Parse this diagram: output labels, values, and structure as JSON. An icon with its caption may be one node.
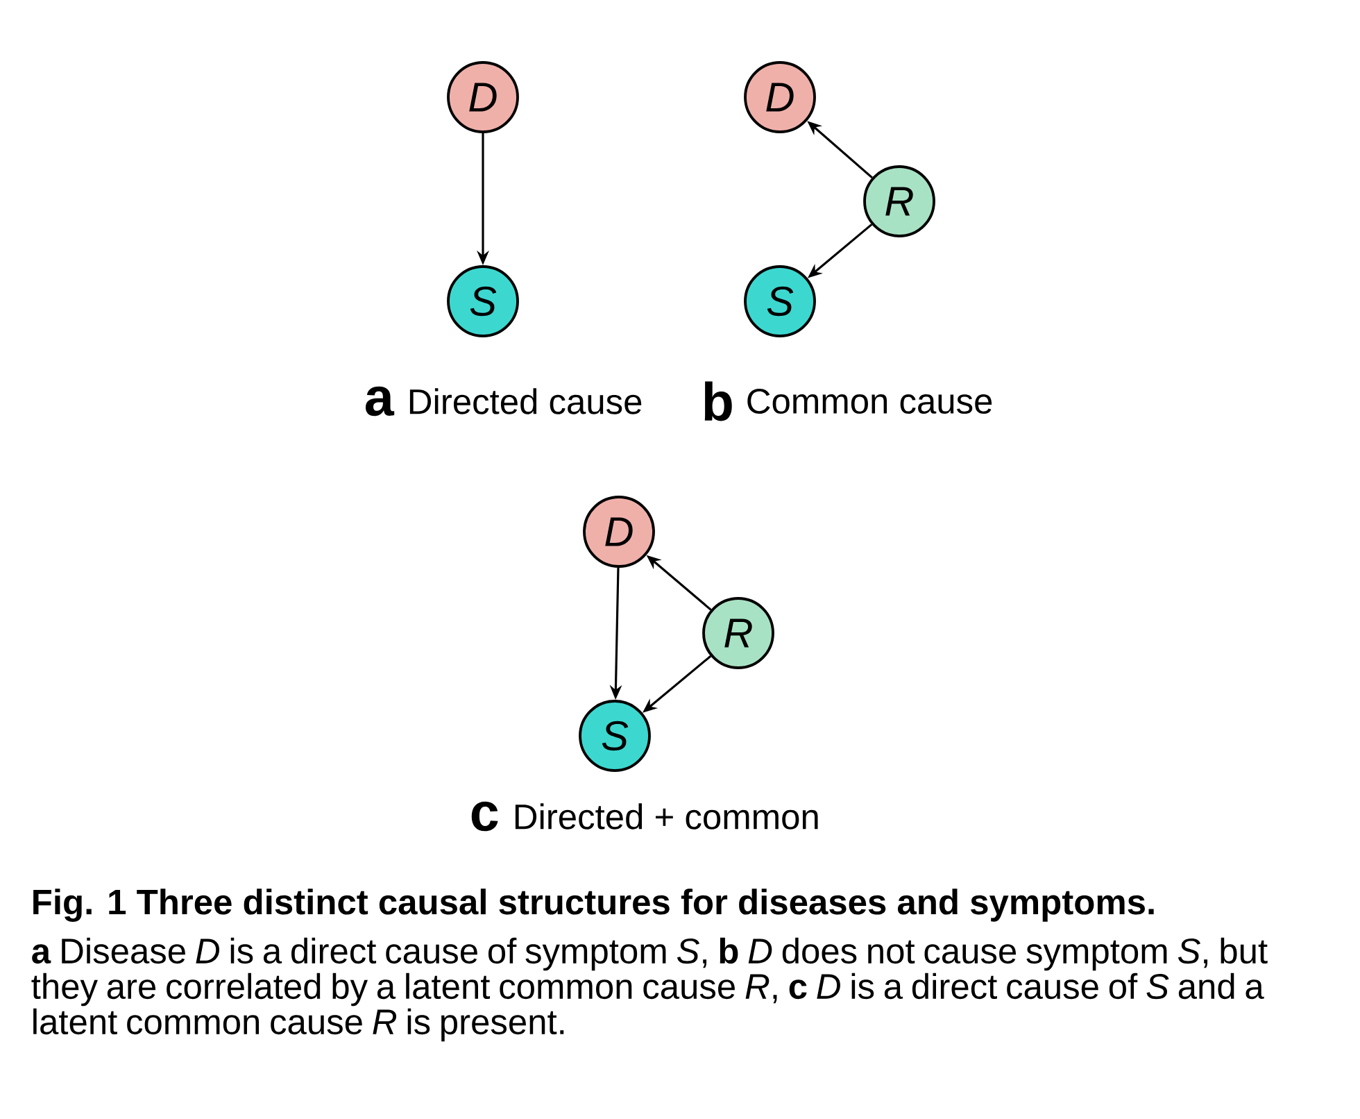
{
  "diagram": {
    "title": "Fig. 1 Three distinct causal structures for diseases and symptoms.",
    "caption": "**a** Disease *D* is a direct cause of symptom *S*, **b** *D* does not cause symptom *S*, but they are correlated by a latent common cause *R*, **c** *D* is a direct cause of *S* and a latent common cause *R* is present.",
    "nodes": [
      {
        "text": [
          "D"
        ]
      },
      {
        "text": [
          "S"
        ]
      },
      {
        "text": [
          "D"
        ]
      },
      {
        "text": [
          "R"
        ]
      },
      {
        "text": [
          "S"
        ]
      },
      {
        "text": [
          "D"
        ]
      },
      {
        "text": [
          "R"
        ]
      },
      {
        "text": [
          "S"
        ]
      }
    ],
    "edges": [
      {
        "from": 0,
        "to": 1,
        "arrow": "to"
      },
      {
        "from": 3,
        "to": 2,
        "arrow": "to"
      },
      {
        "from": 3,
        "to": 4,
        "arrow": "to"
      },
      {
        "from": 5,
        "to": 7,
        "arrow": "to"
      },
      {
        "from": 6,
        "to": 5,
        "arrow": "to"
      },
      {
        "from": 6,
        "to": 7,
        "arrow": "to"
      }
    ],
    "labels": [
      "a",
      "Directed cause",
      "b",
      "Common cause",
      "c",
      "Directed + common"
    ]
  }
}
